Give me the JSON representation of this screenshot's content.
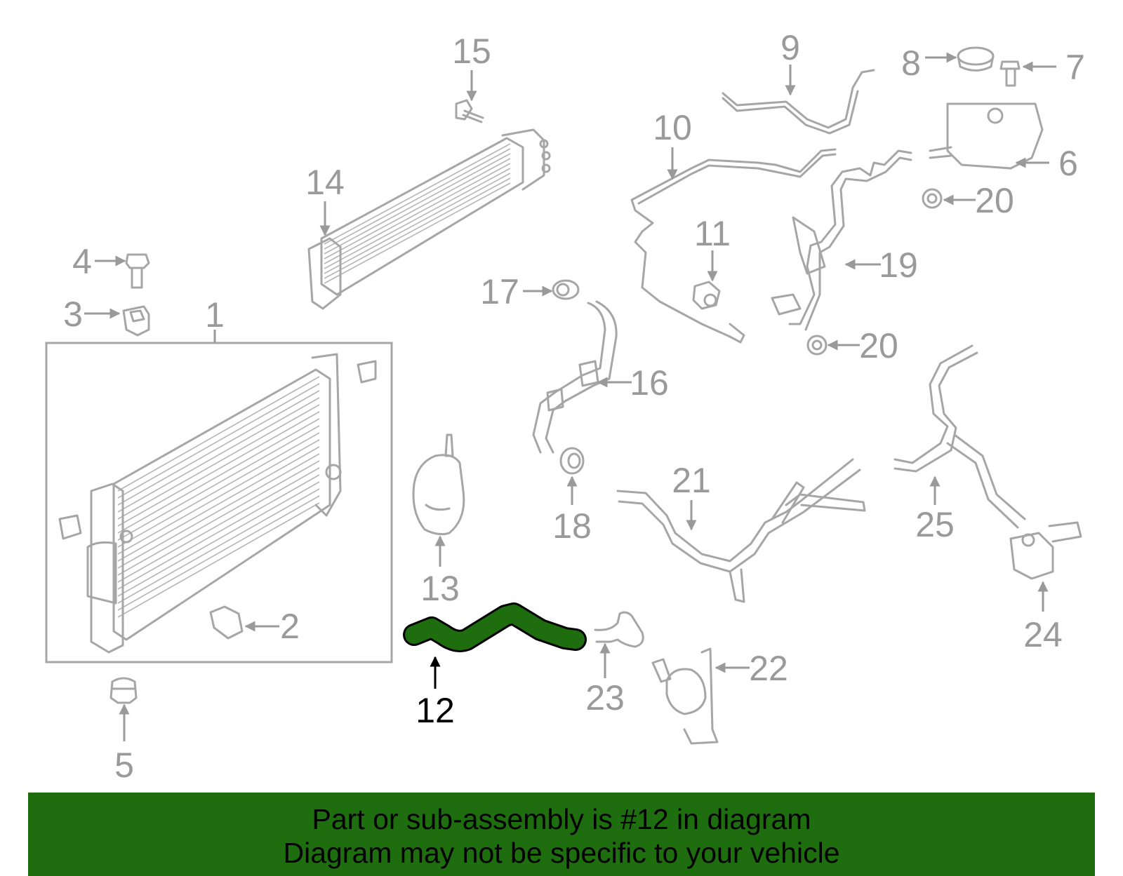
{
  "callouts": {
    "c1": "1",
    "c2": "2",
    "c3": "3",
    "c4": "4",
    "c5": "5",
    "c6": "6",
    "c7": "7",
    "c8": "8",
    "c9": "9",
    "c10": "10",
    "c11": "11",
    "c12": "12",
    "c13": "13",
    "c14": "14",
    "c15": "15",
    "c16": "16",
    "c17": "17",
    "c18": "18",
    "c19": "19",
    "c20a": "20",
    "c20b": "20",
    "c21": "21",
    "c22": "22",
    "c23": "23",
    "c24": "24",
    "c25": "25"
  },
  "highlighted_part": "12",
  "colors": {
    "highlight": "#1e6d0f",
    "parts": "#a6a6a6",
    "callout_text": "#9a9a9a"
  },
  "footer": {
    "line1": "Part or sub-assembly is #12 in diagram",
    "line2": "Diagram may not be specific to your vehicle"
  }
}
